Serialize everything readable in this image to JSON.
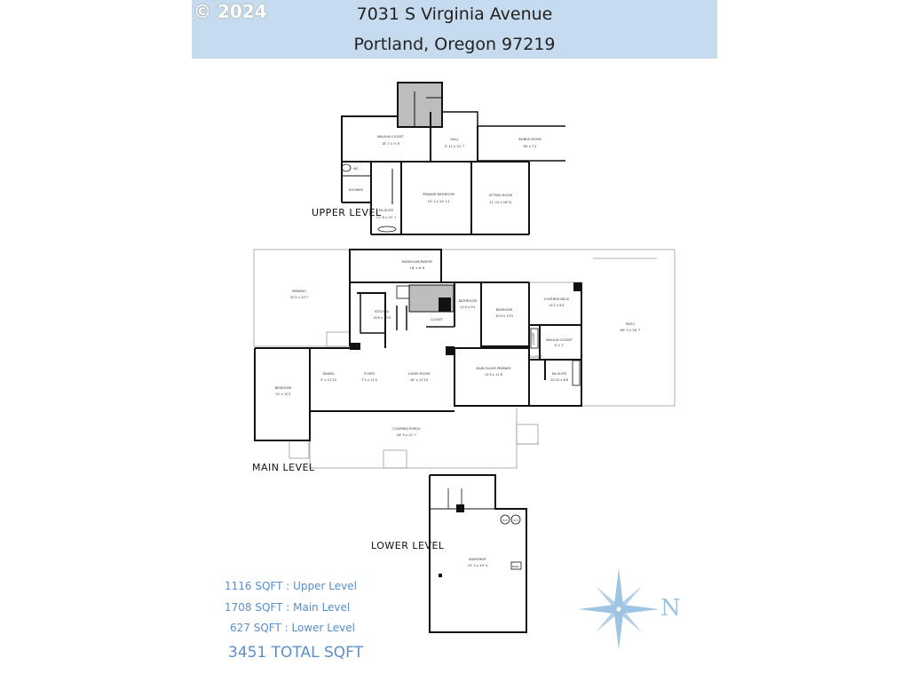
{
  "header": {
    "copyright": "© 2024",
    "address_line1": "7031 S Virginia Avenue",
    "address_line2": "Portland, Oregon 97219"
  },
  "levels": {
    "upper": {
      "label": "UPPER LEVEL",
      "rooms": [
        {
          "name": "WALK-IN CLOSET",
          "dims": "18' 7 x 9' 6"
        },
        {
          "name": "HALL",
          "dims": "9' 11 x 10' 7"
        },
        {
          "name": "BONUS ROOM",
          "dims": "36' x 7'1"
        },
        {
          "name": "WC",
          "dims": ""
        },
        {
          "name": "SHOWER",
          "dims": ""
        },
        {
          "name": "PRIMARY BEDROOM",
          "dims": "15' 2 x 14' 11"
        },
        {
          "name": "SITTING ROOM",
          "dims": "11' 10 x 16'11"
        },
        {
          "name": "EN-SUITE",
          "dims": "11' 6 x 15' 1"
        }
      ]
    },
    "main": {
      "label": "MAIN LEVEL",
      "rooms": [
        {
          "name": "MUDROOM/PANTRY",
          "dims": "18' x 6' 8"
        },
        {
          "name": "PARKING",
          "dims": "20'2 x 20'7"
        },
        {
          "name": "KITCHEN",
          "dims": "15'8 x 13'9"
        },
        {
          "name": "CLOSET",
          "dims": ""
        },
        {
          "name": "BATHROOM",
          "dims": "12'4 x 9'1"
        },
        {
          "name": "BEDROOM",
          "dims": "10'4 x 13'5"
        },
        {
          "name": "COVERED DECK",
          "dims": "15'2 x 6'1"
        },
        {
          "name": "PATIO",
          "dims": "69' 3 x 16' 7"
        },
        {
          "name": "CLOSET",
          "dims": ""
        },
        {
          "name": "WALK-IN CLOSET",
          "dims": "8' x 7'"
        },
        {
          "name": "CLOSET",
          "dims": ""
        },
        {
          "name": "BEDROOM",
          "dims": "15' x 10'1"
        },
        {
          "name": "DINING",
          "dims": "9' x 12'10"
        },
        {
          "name": "FOYER",
          "dims": "7'1 x 11'4"
        },
        {
          "name": "LIVING ROOM",
          "dims": "16' x 12'10"
        },
        {
          "name": "MAIN FLOOR PRIMARY",
          "dims": "15'3 x 11'6"
        },
        {
          "name": "EN-SUITE",
          "dims": "10'10 x 8'6"
        },
        {
          "name": "COVERED PORCH",
          "dims": "44' 9 x 12' 7"
        }
      ]
    },
    "lower": {
      "label": "LOWER LEVEL",
      "rooms": [
        {
          "name": "BASEMENT",
          "dims": "15' 5 x 19' 4"
        },
        {
          "name": "W/H",
          "dims": ""
        },
        {
          "name": "W/H",
          "dims": ""
        },
        {
          "name": "PANEL",
          "dims": ""
        }
      ]
    }
  },
  "area": {
    "upper": "1116 SQFT : Upper Level",
    "main": "1708 SQFT : Main Level",
    "lower": "627 SQFT : Lower Level",
    "total": "3451 TOTAL SQFT"
  },
  "compass": {
    "north_label": "N",
    "icon": "compass-rose-icon"
  },
  "colors": {
    "banner": "#c6dcee",
    "area_text": "#5a8ec9",
    "compass": "#9ec4e3"
  }
}
